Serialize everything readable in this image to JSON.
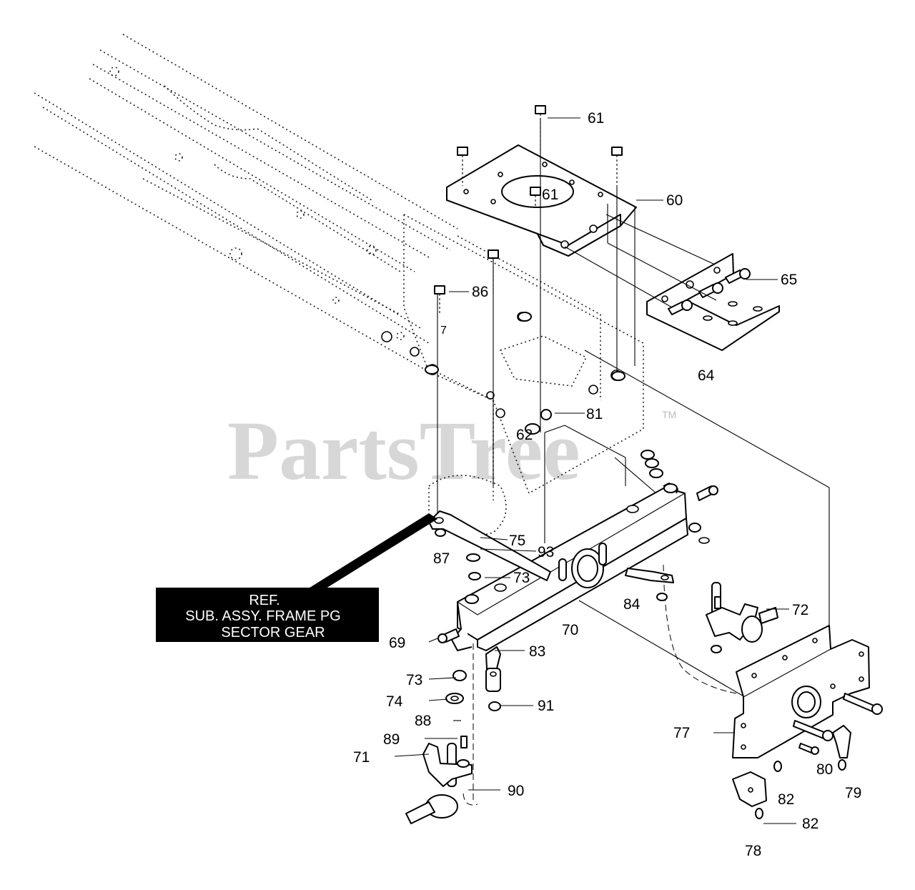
{
  "watermark": {
    "text": "PartsTree",
    "tm": "TM"
  },
  "reference_box": {
    "line1": "REF.",
    "line2": "SUB. ASSY. FRAME PG",
    "line3": "SECTOR GEAR"
  },
  "stray_label": "7",
  "callouts": [
    {
      "id": "c61a",
      "text": "61"
    },
    {
      "id": "c61b",
      "text": "61"
    },
    {
      "id": "c60",
      "text": "60"
    },
    {
      "id": "c65",
      "text": "65"
    },
    {
      "id": "c86",
      "text": "86"
    },
    {
      "id": "c64",
      "text": "64"
    },
    {
      "id": "c81",
      "text": "81"
    },
    {
      "id": "c62",
      "text": "62"
    },
    {
      "id": "c75",
      "text": "75"
    },
    {
      "id": "c93",
      "text": "93"
    },
    {
      "id": "c87",
      "text": "87"
    },
    {
      "id": "c73a",
      "text": "73"
    },
    {
      "id": "c84",
      "text": "84"
    },
    {
      "id": "c72",
      "text": "72"
    },
    {
      "id": "c70",
      "text": "70"
    },
    {
      "id": "c69",
      "text": "69"
    },
    {
      "id": "c83",
      "text": "83"
    },
    {
      "id": "c73b",
      "text": "73"
    },
    {
      "id": "c74",
      "text": "74"
    },
    {
      "id": "c91",
      "text": "91"
    },
    {
      "id": "c88",
      "text": "88"
    },
    {
      "id": "c89",
      "text": "89"
    },
    {
      "id": "c71",
      "text": "71"
    },
    {
      "id": "c77",
      "text": "77"
    },
    {
      "id": "c90",
      "text": "90"
    },
    {
      "id": "c80",
      "text": "80"
    },
    {
      "id": "c82a",
      "text": "82"
    },
    {
      "id": "c79",
      "text": "79"
    },
    {
      "id": "c82b",
      "text": "82"
    },
    {
      "id": "c78",
      "text": "78"
    }
  ]
}
